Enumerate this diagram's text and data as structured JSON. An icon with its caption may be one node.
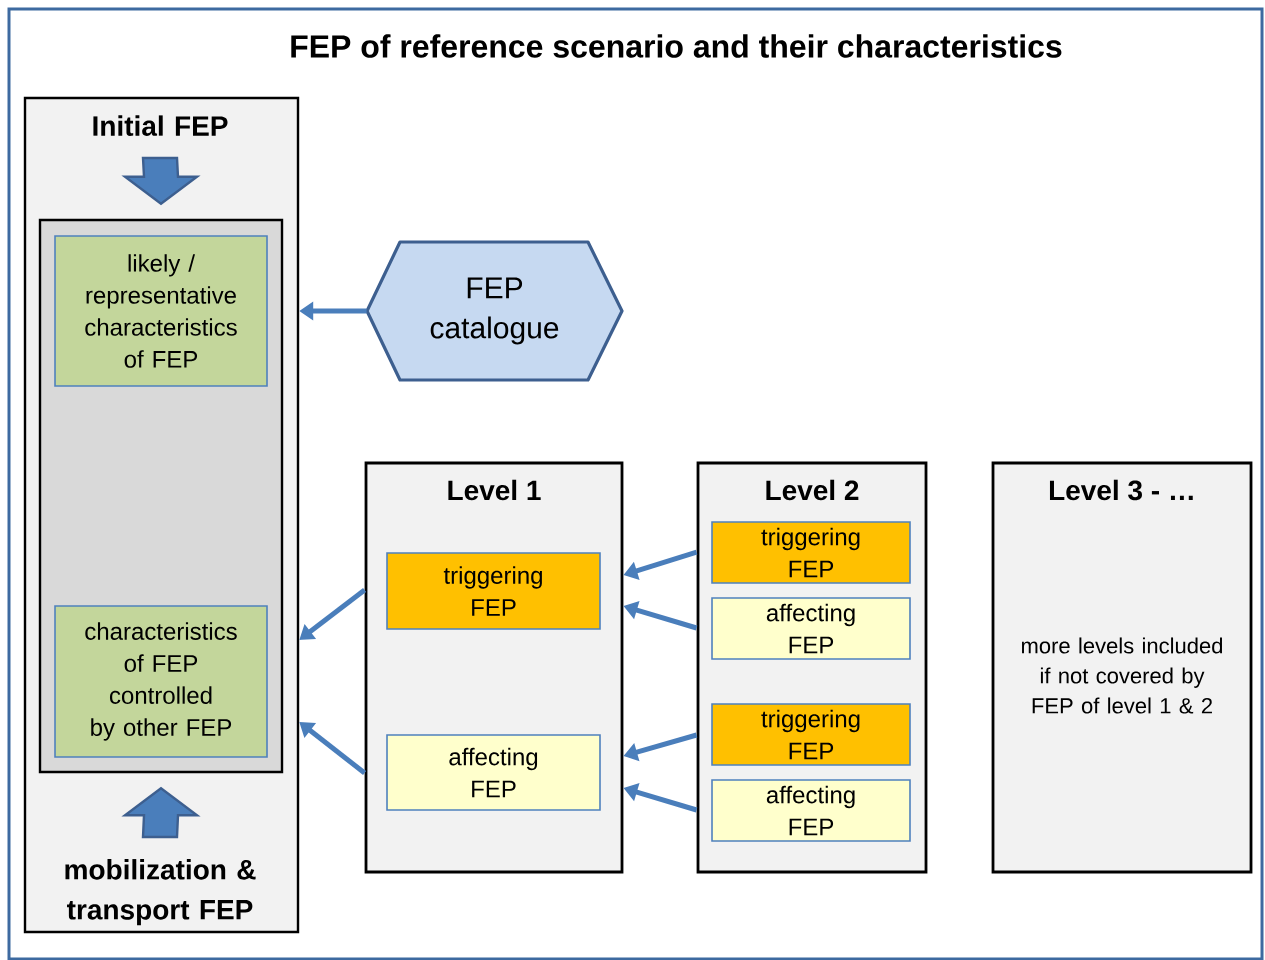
{
  "diagram": {
    "title": "FEP of reference scenario and their characteristics",
    "nodes": [
      {
        "text": [],
        "shape": "box"
      },
      {
        "text": [
          "Initial FEP"
        ],
        "in": 0
      },
      {
        "text": [],
        "shape": "box",
        "in": 0
      },
      {
        "text": [
          "likely / representative characteristics of FEP"
        ],
        "in": 2
      },
      {
        "text": [
          "characteristics of FEP controlled by other FEP"
        ],
        "in": 2
      },
      {
        "text": [
          "mobilization & transport FEP"
        ],
        "in": 0
      },
      {
        "text": [
          "FEP catalogue"
        ]
      },
      {
        "text": [
          "Level 1"
        ]
      },
      {
        "text": [
          "triggering FEP"
        ],
        "in": 7
      },
      {
        "text": [
          "affecting FEP"
        ],
        "in": 7
      },
      {
        "text": [
          "Level 2"
        ]
      },
      {
        "text": [
          "triggering FEP"
        ],
        "in": 10
      },
      {
        "text": [
          "affecting FEP"
        ],
        "in": 10
      },
      {
        "text": [
          "triggering FEP"
        ],
        "in": 10
      },
      {
        "text": [
          "affecting FEP"
        ],
        "in": 10
      },
      {
        "text": [
          "Level 3 - …",
          "more levels included if not covered by FEP of level 1 & 2"
        ]
      }
    ],
    "edges": [
      {
        "from": 1,
        "to": 2,
        "arrow": "to",
        "style": "thick"
      },
      {
        "from": 5,
        "to": 2,
        "arrow": "to",
        "style": "thick"
      },
      {
        "from": 6,
        "to": 0,
        "arrow": "to"
      },
      {
        "from": 7,
        "to": 0,
        "arrow": "to"
      },
      {
        "from": 7,
        "to": 0,
        "arrow": "to"
      },
      {
        "from": 10,
        "to": 7,
        "arrow": "to"
      },
      {
        "from": 10,
        "to": 7,
        "arrow": "to"
      },
      {
        "from": 10,
        "to": 7,
        "arrow": "to"
      },
      {
        "from": 10,
        "to": 7,
        "arrow": "to"
      }
    ]
  }
}
